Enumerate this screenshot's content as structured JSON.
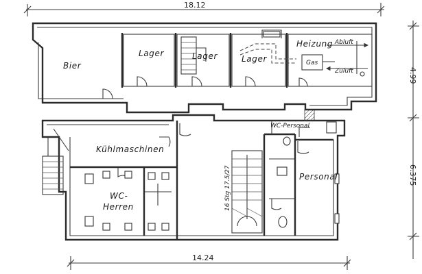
{
  "dimensions": {
    "top": "18.12",
    "bottom": "14.24",
    "right_upper": "4.99",
    "right_lower": "6.375"
  },
  "rooms": {
    "bier": "Bier",
    "lager_1": "Lager",
    "lager_2": "Lager",
    "lager_3": "Lager",
    "heizung": "Heizung",
    "gas": "Gas",
    "abluft": "Abluft",
    "zuluft": "Zuluft",
    "wc_personal": "WC-Personal",
    "kuehlmaschinen": "Kühlmaschinen",
    "wc_herren_line1": "WC-",
    "wc_herren_line2": "Herren",
    "personal": "Personal",
    "stair_note": "16 Stg 17.5/27"
  }
}
